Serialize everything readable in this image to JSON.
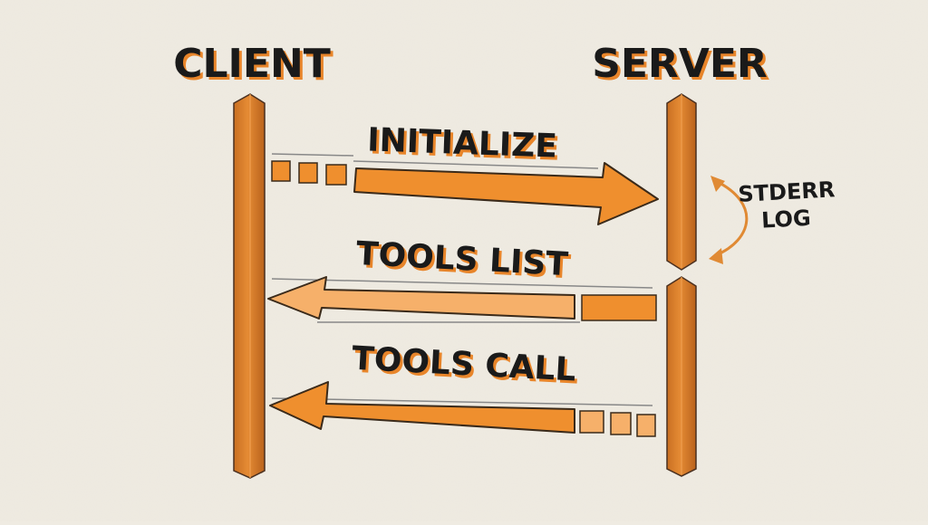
{
  "participants": {
    "client": "CLIENT",
    "server": "SERVER"
  },
  "messages": [
    {
      "label": "INITIALIZE",
      "direction": "client-to-server"
    },
    {
      "label": "TOOLS LIST",
      "direction": "server-to-client"
    },
    {
      "label": "TOOLS CALL",
      "direction": "server-to-client"
    }
  ],
  "side_note": {
    "line1": "STDERR",
    "line2": "LOG"
  },
  "colors": {
    "background": "#efebe2",
    "lifeline": "#e0893a",
    "arrow_strong": "#ef8f2e",
    "arrow_light": "#f6b06a",
    "outline": "#3a2a1a",
    "text": "#1a1a1a",
    "text_shadow": "#e8852a"
  }
}
